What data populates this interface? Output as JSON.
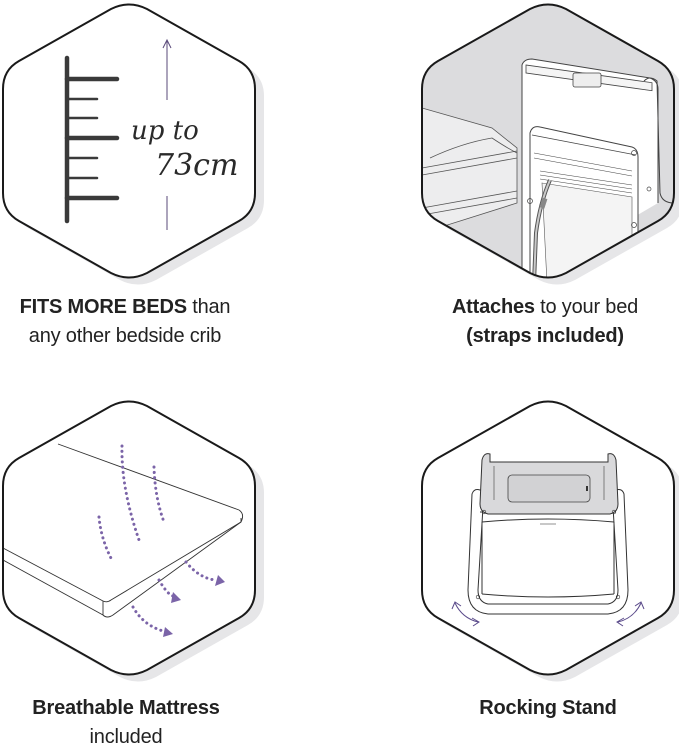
{
  "colors": {
    "outline": "#1a1a1a",
    "shadow": "#e6e6e8",
    "accent_purple": "#7b64a8",
    "illustration_gray": "#d9d9db",
    "text": "#222222"
  },
  "panels": [
    {
      "id": "fits-more-beds",
      "icon": "height-ruler-icon",
      "illustration_text": [
        "up to",
        "73cm"
      ],
      "caption": {
        "bold": "FITS MORE BEDS",
        "rest_line1": " than",
        "line2": "any other bedside crib"
      }
    },
    {
      "id": "attaches-to-bed",
      "icon": "crib-attached-to-bed-icon",
      "caption": {
        "bold": "Attaches",
        "rest_line1": " to your bed",
        "line2": "(straps included)"
      }
    },
    {
      "id": "breathable-mattress",
      "icon": "breathable-mattress-icon",
      "caption": {
        "bold": "Breathable Mattress",
        "line2": "included"
      }
    },
    {
      "id": "rocking-stand",
      "icon": "rocking-stand-icon",
      "caption": {
        "bold": "Rocking Stand"
      }
    }
  ]
}
